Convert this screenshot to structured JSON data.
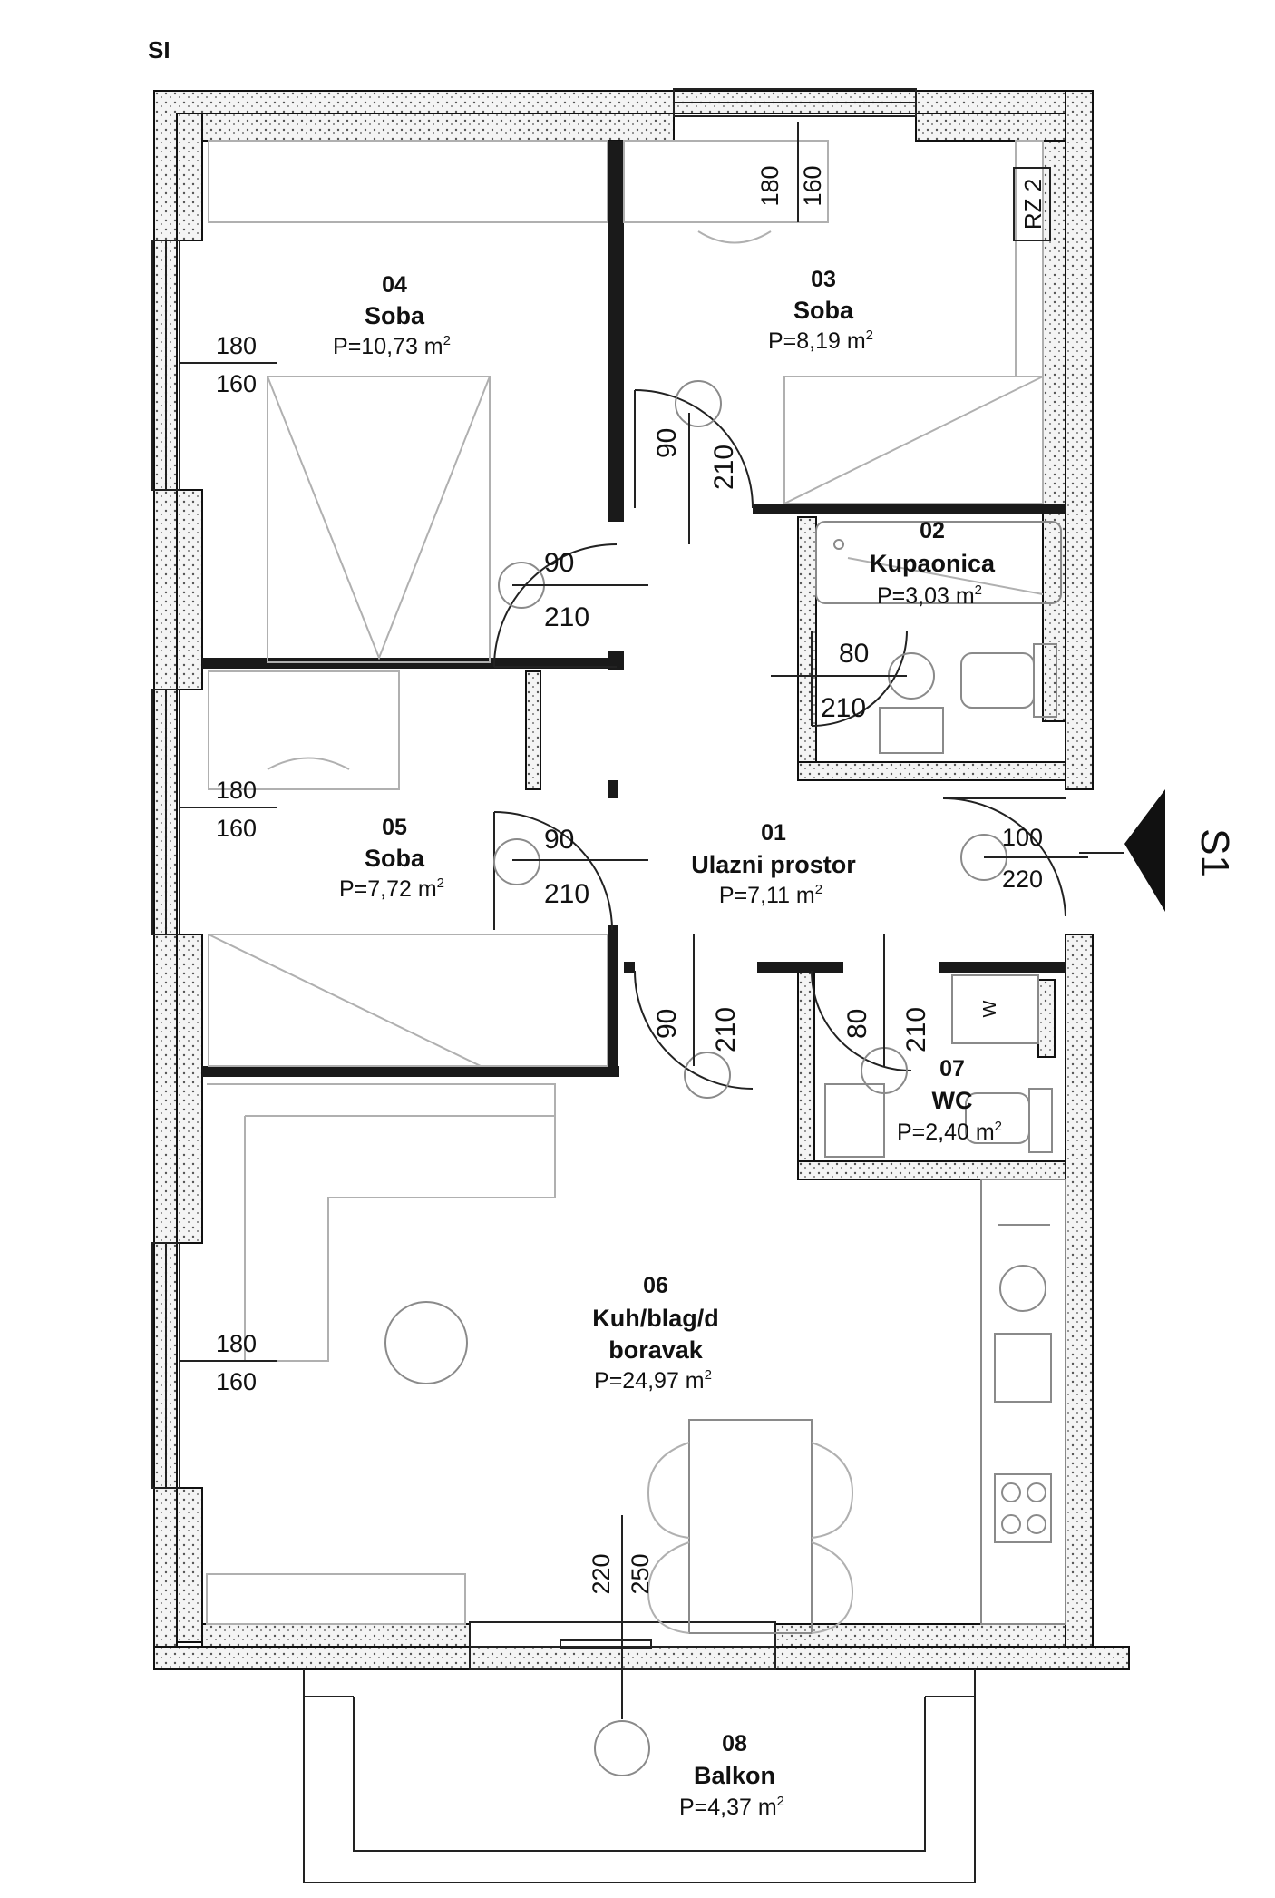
{
  "corner_label": "SI",
  "section_label": "S1",
  "sanitary_label": "RZ 2",
  "washer_label": "W",
  "rooms": [
    {
      "id": "04",
      "name": "Soba",
      "area": "P=10,73 m",
      "sup": "2"
    },
    {
      "id": "03",
      "name": "Soba",
      "area": "P=8,19 m",
      "sup": "2"
    },
    {
      "id": "02",
      "name": "Kupaonica",
      "area": "P=3,03 m",
      "sup": "2"
    },
    {
      "id": "05",
      "name": "Soba",
      "area": "P=7,72 m",
      "sup": "2"
    },
    {
      "id": "01",
      "name": "Ulazni prostor",
      "area": "P=7,11 m",
      "sup": "2"
    },
    {
      "id": "07",
      "name": "WC",
      "area": "P=2,40 m",
      "sup": "2"
    },
    {
      "id": "06",
      "name": "Kuh/blag/d",
      "name2": "boravak",
      "area": "P=24,97 m",
      "sup": "2"
    },
    {
      "id": "08",
      "name": "Balkon",
      "area": "P=4,37 m",
      "sup": "2"
    }
  ],
  "window_dims": {
    "top_180": "180",
    "top_160": "160",
    "w1_180": "180",
    "w1_160": "160",
    "w2_180": "180",
    "w2_160": "160",
    "w3_180": "180",
    "w3_160": "160",
    "b_220": "220",
    "b_250": "250"
  },
  "door_dims": {
    "d1_90": "90",
    "d1_210": "210",
    "d2_90": "90",
    "d2_210": "210",
    "d3_80": "80",
    "d3_210": "210",
    "d4_90": "90",
    "d4_210": "210",
    "d5_100": "100",
    "d5_220": "220",
    "d6_90": "90",
    "d6_210": "210",
    "d7_80": "80",
    "d7_210": "210"
  }
}
